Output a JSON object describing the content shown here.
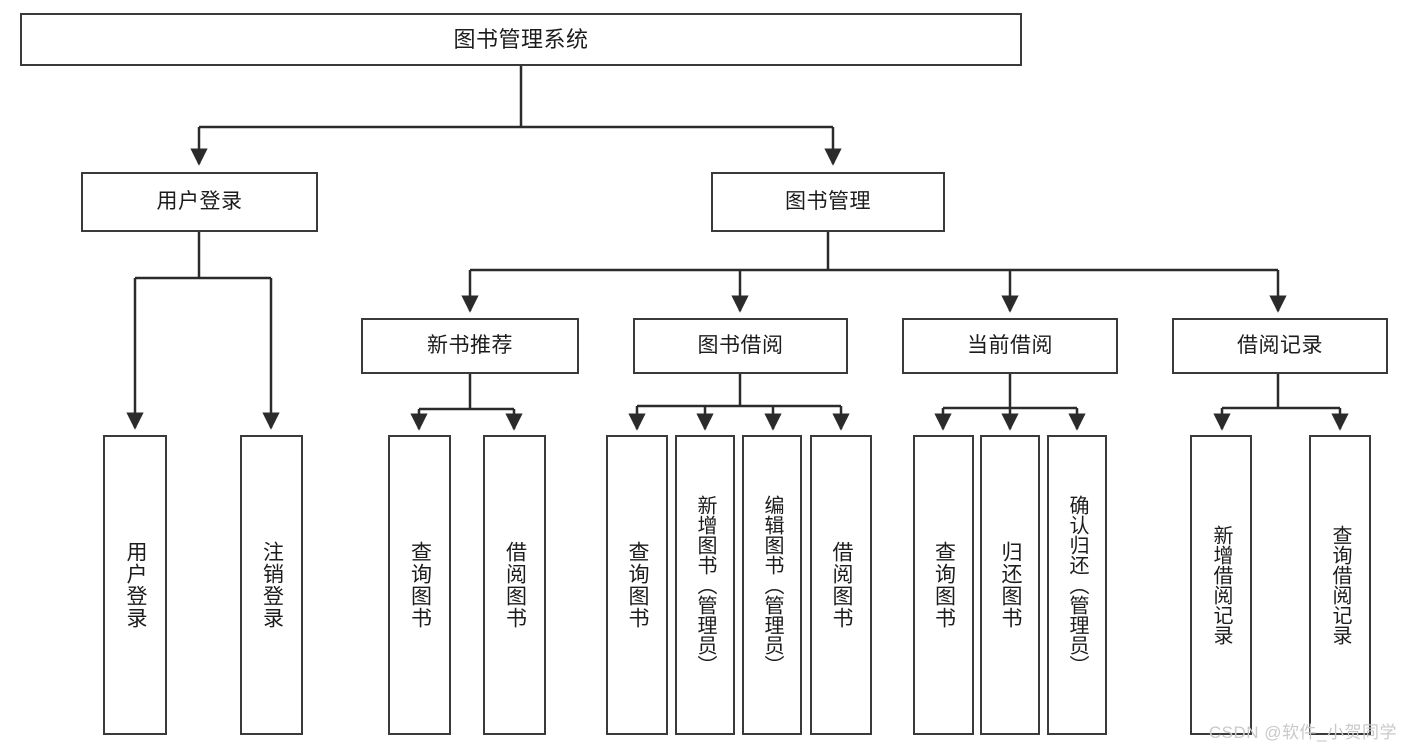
{
  "diagram": {
    "title": "图书管理系统",
    "type": "hierarchy-tree",
    "colors": {
      "box_border": "#3a3a3a",
      "box_fill": "#ffffff",
      "connector": "#2b2b2b",
      "text": "#1c1c1c",
      "watermark": "#c9c9c9",
      "background": "#ffffff"
    }
  },
  "root": {
    "label": "图书管理系统"
  },
  "level2": {
    "user_login": {
      "label": "用户登录"
    },
    "book_manage": {
      "label": "图书管理"
    }
  },
  "level3": {
    "new_book_rec": {
      "label": "新书推荐"
    },
    "book_borrow": {
      "label": "图书借阅"
    },
    "current_borrow": {
      "label": "当前借阅"
    },
    "borrow_record": {
      "label": "借阅记录"
    }
  },
  "leaves": {
    "user_login_children": [
      {
        "label": "用户登录"
      },
      {
        "label": "注销登录"
      }
    ],
    "new_book_rec_children": [
      {
        "label": "查询图书"
      },
      {
        "label": "借阅图书"
      }
    ],
    "book_borrow_children": [
      {
        "label": "查询图书"
      },
      {
        "label": "新增图书（管理员）"
      },
      {
        "label": "编辑图书（管理员）"
      },
      {
        "label": "借阅图书"
      }
    ],
    "current_borrow_children": [
      {
        "label": "查询图书"
      },
      {
        "label": "归还图书"
      },
      {
        "label": "确认归还（管理员）"
      }
    ],
    "borrow_record_children": [
      {
        "label": "新增借阅记录"
      },
      {
        "label": "查询借阅记录"
      }
    ]
  },
  "watermark": {
    "text": "CSDN @软件_小贺同学"
  }
}
